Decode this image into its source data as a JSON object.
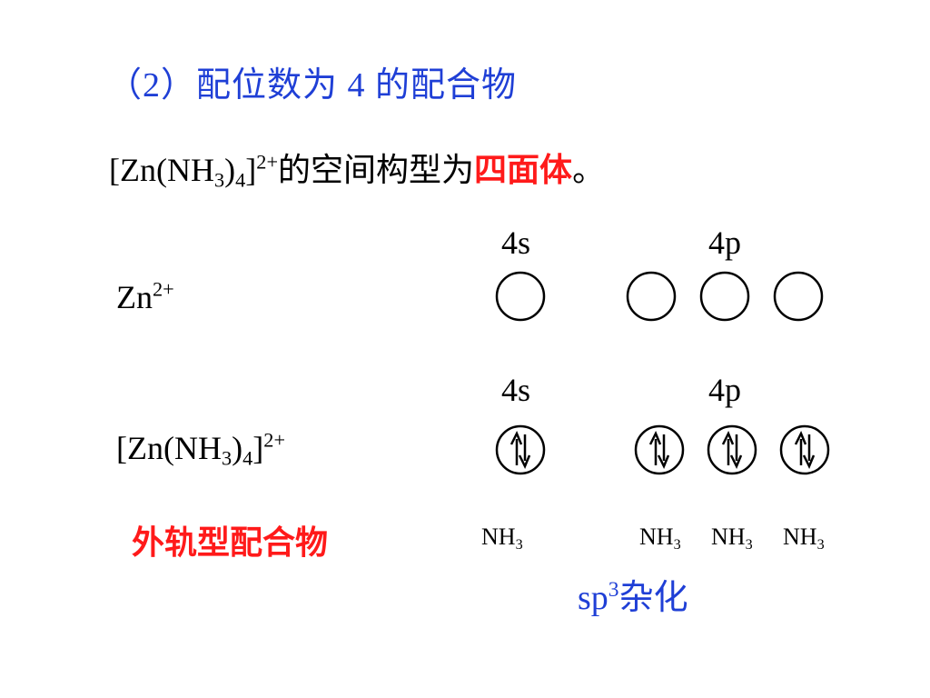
{
  "title": "（2）配位数为 4 的配合物",
  "statement": {
    "formula_main": "[Zn(NH",
    "formula_sub1": "3",
    "formula_mid": ")",
    "formula_sub2": "4",
    "formula_close": "]",
    "formula_charge": "2+",
    "text": "的空间构型为",
    "geometry": "四面体",
    "period": "。"
  },
  "zn_row": {
    "species_main": "Zn",
    "species_charge": "2+",
    "label_4s": "4s",
    "label_4p": "4p",
    "orbitals": [
      "empty",
      "empty",
      "empty",
      "empty"
    ]
  },
  "complex_row": {
    "species_main": "[Zn(NH",
    "species_sub1": "3",
    "species_mid": ")",
    "species_sub2": "4",
    "species_close": "]",
    "species_charge": "2+",
    "label_4s": "4s",
    "label_4p": "4p",
    "orbitals": [
      "paired",
      "paired",
      "paired",
      "paired"
    ]
  },
  "ligands": [
    {
      "main": "NH",
      "sub": "3"
    },
    {
      "main": "NH",
      "sub": "3"
    },
    {
      "main": "NH",
      "sub": "3"
    },
    {
      "main": "NH",
      "sub": "3"
    }
  ],
  "complex_type": "外轨型配合物",
  "hybridization": {
    "main": "sp",
    "sup": "3",
    "text": "杂化"
  },
  "colors": {
    "title": "#1f3fd6",
    "emphasis": "#ff1a1a",
    "hybrid": "#1f3fd6",
    "text": "#000000"
  }
}
